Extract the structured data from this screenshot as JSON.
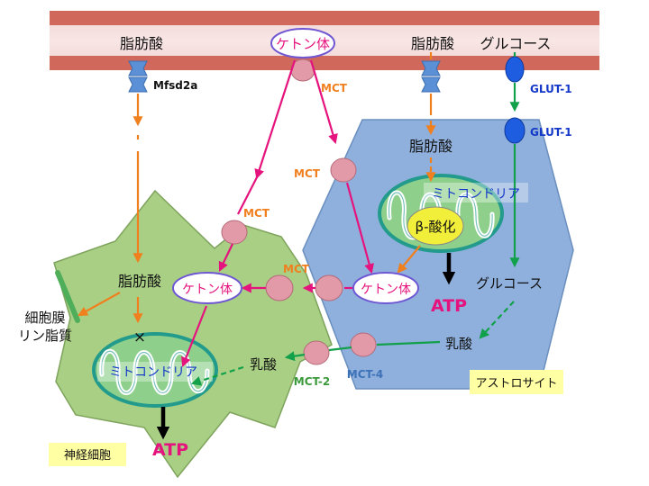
{
  "labels": {
    "ketone_top": "ケトン体",
    "fatty_acid_left": "脂肪酸",
    "fatty_acid_mid": "脂肪酸",
    "glucose_top": "グルコース",
    "mfsd2a": "Mfsd2a",
    "mct_membrane": "MCT",
    "glut1_a": "GLUT-1",
    "glut1_b": "GLUT-1",
    "mct_astro": "MCT",
    "mct_neuron": "MCT",
    "mct_between": "MCT",
    "fatty_acid_astro": "脂肪酸",
    "mito_astro": "ミトコンドリア",
    "beta_ox": "β-酸化",
    "atp_astro": "ATP",
    "glucose_astro": "グルコース",
    "lactate_astro": "乳酸",
    "mct4": "MCT-4",
    "astrocyte": "アストロサイト",
    "ketone_astro": "ケトン体",
    "ketone_neuron": "ケトン体",
    "fatty_acid_neuron": "脂肪酸",
    "membrane_lipid_line1": "細胞膜",
    "membrane_lipid_line2": "リン脂質",
    "cross_mark": "×",
    "mito_neuron": "ミトコンドリア",
    "lactate_neuron": "乳酸",
    "mct2": "MCT-2",
    "atp_neuron": "ATP",
    "neuron": "神経細胞"
  },
  "colors": {
    "orange": "#f07f1e",
    "magenta": "#e5137d",
    "green": "#12a04a",
    "glut_blue": "#1438c8",
    "mct4_blue": "#3d72b8",
    "mct2_green": "#3a9a3a"
  }
}
